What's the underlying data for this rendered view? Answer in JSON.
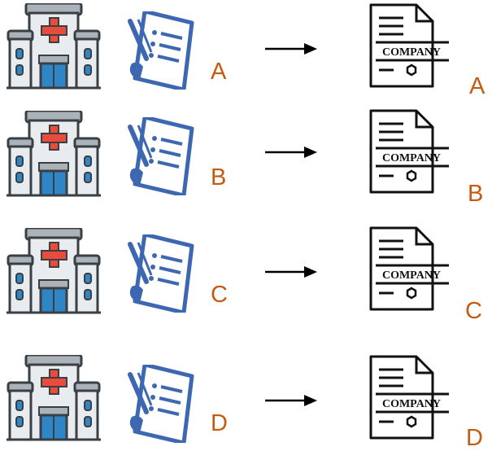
{
  "colors": {
    "label": "#c55a11",
    "hospital_wall": "#e9ecef",
    "hospital_outline": "#3a3f44",
    "hospital_cross": "#e84c3d",
    "hospital_roof": "#aab2ba",
    "hospital_window": "#2f86c7",
    "checklist_blue": "#3d68b1",
    "arrow": "#000000",
    "certificate_outline": "#111111"
  },
  "certificate_text": "COMPANY",
  "rows": [
    {
      "hospital_icon": "hospital-icon",
      "document_icon": "checklist-icon",
      "left_label": "A",
      "arrow_icon": "right-arrow-icon",
      "certificate_icon": "company-certificate-icon",
      "right_label": "A"
    },
    {
      "hospital_icon": "hospital-icon",
      "document_icon": "checklist-icon",
      "left_label": "B",
      "arrow_icon": "right-arrow-icon",
      "certificate_icon": "company-certificate-icon",
      "right_label": "B"
    },
    {
      "hospital_icon": "hospital-icon",
      "document_icon": "checklist-icon",
      "left_label": "C",
      "arrow_icon": "right-arrow-icon",
      "certificate_icon": "company-certificate-icon",
      "right_label": "C"
    },
    {
      "hospital_icon": "hospital-icon",
      "document_icon": "checklist-icon",
      "left_label": "D",
      "arrow_icon": "right-arrow-icon",
      "certificate_icon": "company-certificate-icon",
      "right_label": "D"
    }
  ]
}
